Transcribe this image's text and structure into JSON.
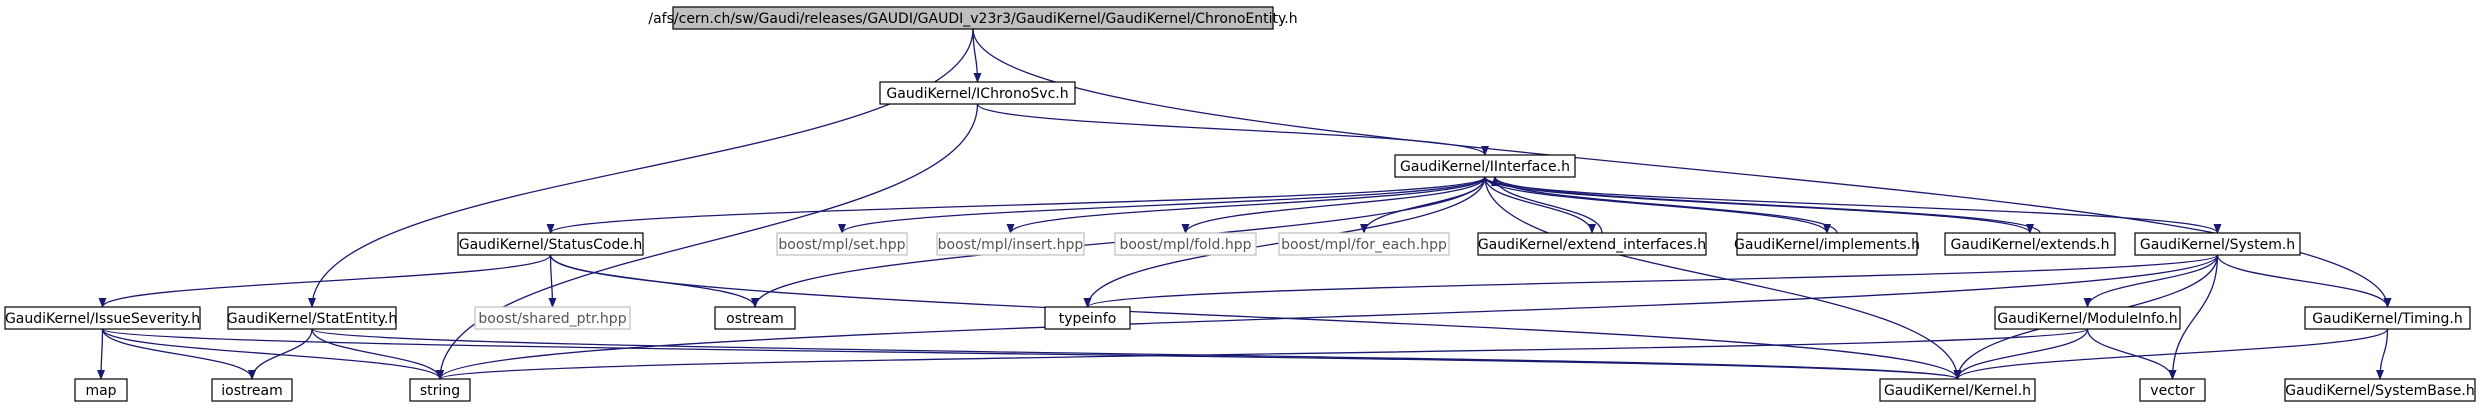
{
  "colors": {
    "edge": "#191970",
    "box_border": "#000000",
    "root_fill": "#bfbfbf",
    "missing_border": "#bfbfbf",
    "text": "#000000",
    "background": "#ffffff"
  },
  "nodes": [
    {
      "id": "root",
      "label": "/afs/cern.ch/sw/Gaudi/releases/GAUDI/GAUDI_v23r3/GaudiKernel/GaudiKernel/ChronoEntity.h",
      "kind": "root"
    },
    {
      "id": "ichronosvc",
      "label": "GaudiKernel/IChronoSvc.h",
      "kind": "normal"
    },
    {
      "id": "iinterface",
      "label": "GaudiKernel/IInterface.h",
      "kind": "normal"
    },
    {
      "id": "statuscode",
      "label": "GaudiKernel/StatusCode.h",
      "kind": "normal"
    },
    {
      "id": "mplset",
      "label": "boost/mpl/set.hpp",
      "kind": "missing"
    },
    {
      "id": "mplinsert",
      "label": "boost/mpl/insert.hpp",
      "kind": "missing"
    },
    {
      "id": "mplfold",
      "label": "boost/mpl/fold.hpp",
      "kind": "missing"
    },
    {
      "id": "mplforeach",
      "label": "boost/mpl/for_each.hpp",
      "kind": "missing"
    },
    {
      "id": "extendif",
      "label": "GaudiKernel/extend_interfaces.h",
      "kind": "normal"
    },
    {
      "id": "implements",
      "label": "GaudiKernel/implements.h",
      "kind": "normal"
    },
    {
      "id": "extends",
      "label": "GaudiKernel/extends.h",
      "kind": "normal"
    },
    {
      "id": "system",
      "label": "GaudiKernel/System.h",
      "kind": "normal"
    },
    {
      "id": "issueseverity",
      "label": "GaudiKernel/IssueSeverity.h",
      "kind": "normal"
    },
    {
      "id": "statentity",
      "label": "GaudiKernel/StatEntity.h",
      "kind": "normal"
    },
    {
      "id": "sharedptr",
      "label": "boost/shared_ptr.hpp",
      "kind": "missing"
    },
    {
      "id": "ostream",
      "label": "ostream",
      "kind": "normal"
    },
    {
      "id": "typeinfo",
      "label": "typeinfo",
      "kind": "normal"
    },
    {
      "id": "moduleinfo",
      "label": "GaudiKernel/ModuleInfo.h",
      "kind": "normal"
    },
    {
      "id": "timing",
      "label": "GaudiKernel/Timing.h",
      "kind": "normal"
    },
    {
      "id": "map",
      "label": "map",
      "kind": "normal"
    },
    {
      "id": "iostream",
      "label": "iostream",
      "kind": "normal"
    },
    {
      "id": "string",
      "label": "string",
      "kind": "normal"
    },
    {
      "id": "kernel",
      "label": "GaudiKernel/Kernel.h",
      "kind": "normal"
    },
    {
      "id": "vector",
      "label": "vector",
      "kind": "normal"
    },
    {
      "id": "systembase",
      "label": "GaudiKernel/SystemBase.h",
      "kind": "normal"
    }
  ],
  "edges": [
    [
      "root",
      "ichronosvc"
    ],
    [
      "root",
      "statentity"
    ],
    [
      "root",
      "timing"
    ],
    [
      "ichronosvc",
      "iinterface"
    ],
    [
      "ichronosvc",
      "string"
    ],
    [
      "iinterface",
      "statuscode"
    ],
    [
      "iinterface",
      "mplset"
    ],
    [
      "iinterface",
      "mplinsert"
    ],
    [
      "iinterface",
      "mplfold"
    ],
    [
      "iinterface",
      "mplforeach"
    ],
    [
      "iinterface",
      "extendif"
    ],
    [
      "iinterface",
      "implements"
    ],
    [
      "iinterface",
      "extends"
    ],
    [
      "iinterface",
      "system"
    ],
    [
      "iinterface",
      "ostream"
    ],
    [
      "iinterface",
      "typeinfo"
    ],
    [
      "iinterface",
      "kernel"
    ],
    [
      "extendif",
      "iinterface"
    ],
    [
      "implements",
      "iinterface"
    ],
    [
      "extends",
      "iinterface"
    ],
    [
      "statuscode",
      "issueseverity"
    ],
    [
      "statuscode",
      "sharedptr"
    ],
    [
      "statuscode",
      "ostream"
    ],
    [
      "statuscode",
      "kernel"
    ],
    [
      "issueseverity",
      "map"
    ],
    [
      "issueseverity",
      "iostream"
    ],
    [
      "issueseverity",
      "string"
    ],
    [
      "issueseverity",
      "kernel"
    ],
    [
      "statentity",
      "iostream"
    ],
    [
      "statentity",
      "string"
    ],
    [
      "statentity",
      "kernel"
    ],
    [
      "system",
      "typeinfo"
    ],
    [
      "system",
      "string"
    ],
    [
      "system",
      "kernel"
    ],
    [
      "system",
      "moduleinfo"
    ],
    [
      "system",
      "vector"
    ],
    [
      "system",
      "timing"
    ],
    [
      "moduleinfo",
      "string"
    ],
    [
      "moduleinfo",
      "kernel"
    ],
    [
      "moduleinfo",
      "vector"
    ],
    [
      "timing",
      "kernel"
    ],
    [
      "timing",
      "systembase"
    ]
  ]
}
